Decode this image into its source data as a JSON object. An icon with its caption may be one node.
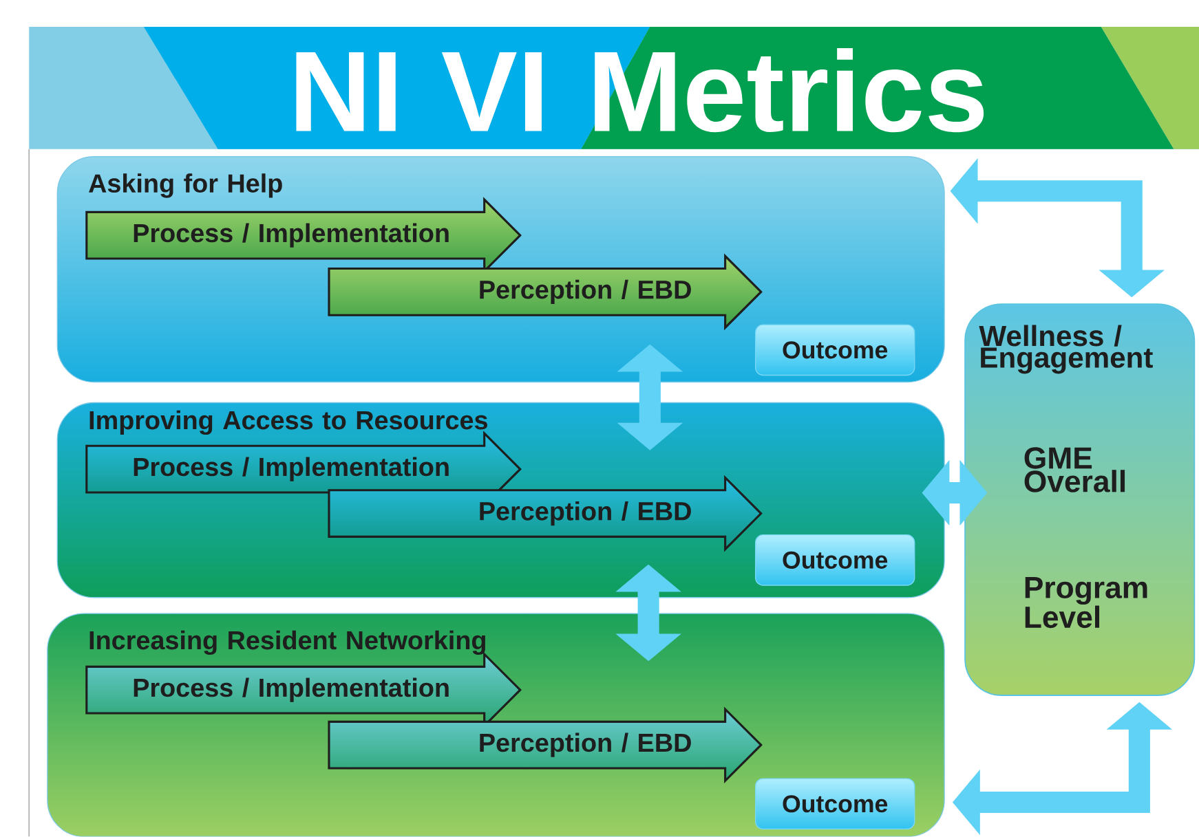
{
  "diagram": {
    "title": "NI VI Metrics",
    "nodes": [
      {
        "text": [
          "Asking for Help"
        ]
      },
      {
        "text": [
          "Process / Implementation"
        ],
        "in": 0
      },
      {
        "text": [
          "Perception / EBD"
        ],
        "in": 0
      },
      {
        "text": [
          "Outcome"
        ],
        "in": 0
      },
      {
        "text": [
          "Improving Access to Resources"
        ]
      },
      {
        "text": [
          "Process / Implementation"
        ],
        "in": 4
      },
      {
        "text": [
          "Perception / EBD"
        ],
        "in": 4
      },
      {
        "text": [
          "Outcome"
        ],
        "in": 4
      },
      {
        "text": [
          "Increasing Resident Networking"
        ]
      },
      {
        "text": [
          "Process / Implementation"
        ],
        "in": 8
      },
      {
        "text": [
          "Perception / EBD"
        ],
        "in": 8
      },
      {
        "text": [
          "Outcome"
        ],
        "in": 8
      },
      {
        "text": [
          "Wellness / Engagement",
          "GME Overall",
          "Program Level"
        ]
      }
    ],
    "edges": [
      {
        "from": 0,
        "to": 4,
        "arrow": "both"
      },
      {
        "from": 4,
        "to": 8,
        "arrow": "both"
      },
      {
        "from": 4,
        "to": 12,
        "arrow": "both"
      },
      {
        "from": 0,
        "to": 12,
        "arrow": "both"
      },
      {
        "from": 12,
        "to": 8,
        "arrow": "both"
      }
    ]
  }
}
